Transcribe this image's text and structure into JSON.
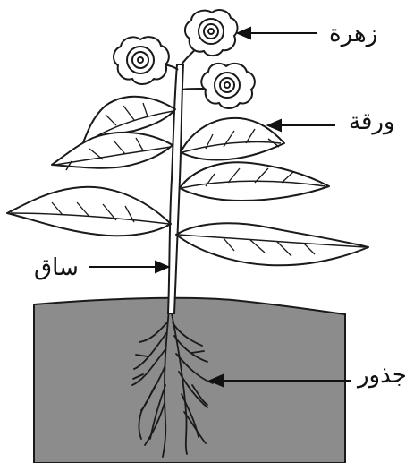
{
  "labels": {
    "flower": "زهرة",
    "leaf": "ورقة",
    "stem": "ساق",
    "roots": "جذور"
  },
  "colors": {
    "soil": "#8c8c8c",
    "outline": "#1a1a1a",
    "fill": "#ffffff"
  }
}
